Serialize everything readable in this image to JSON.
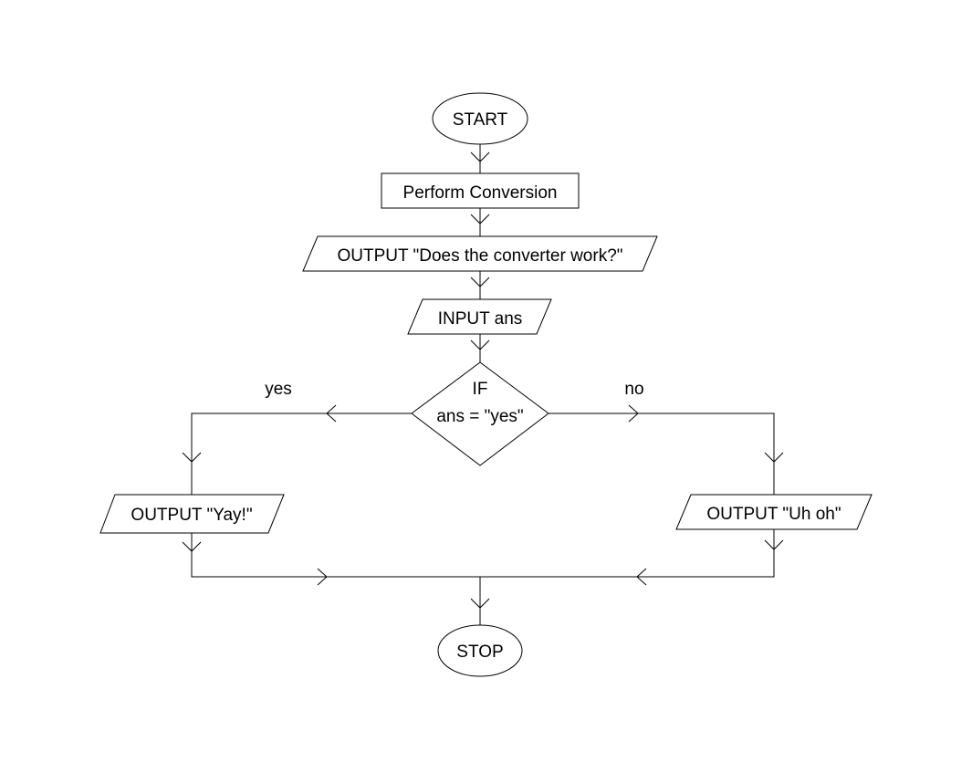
{
  "flowchart": {
    "start": "START",
    "process": "Perform Conversion",
    "output_question": "OUTPUT \"Does the converter work?\"",
    "input": "INPUT ans",
    "decision_line1": "IF",
    "decision_line2": "ans = \"yes\"",
    "label_yes": "yes",
    "label_no": "no",
    "output_yes": "OUTPUT \"Yay!\"",
    "output_no": "OUTPUT \"Uh oh\"",
    "stop": "STOP"
  }
}
